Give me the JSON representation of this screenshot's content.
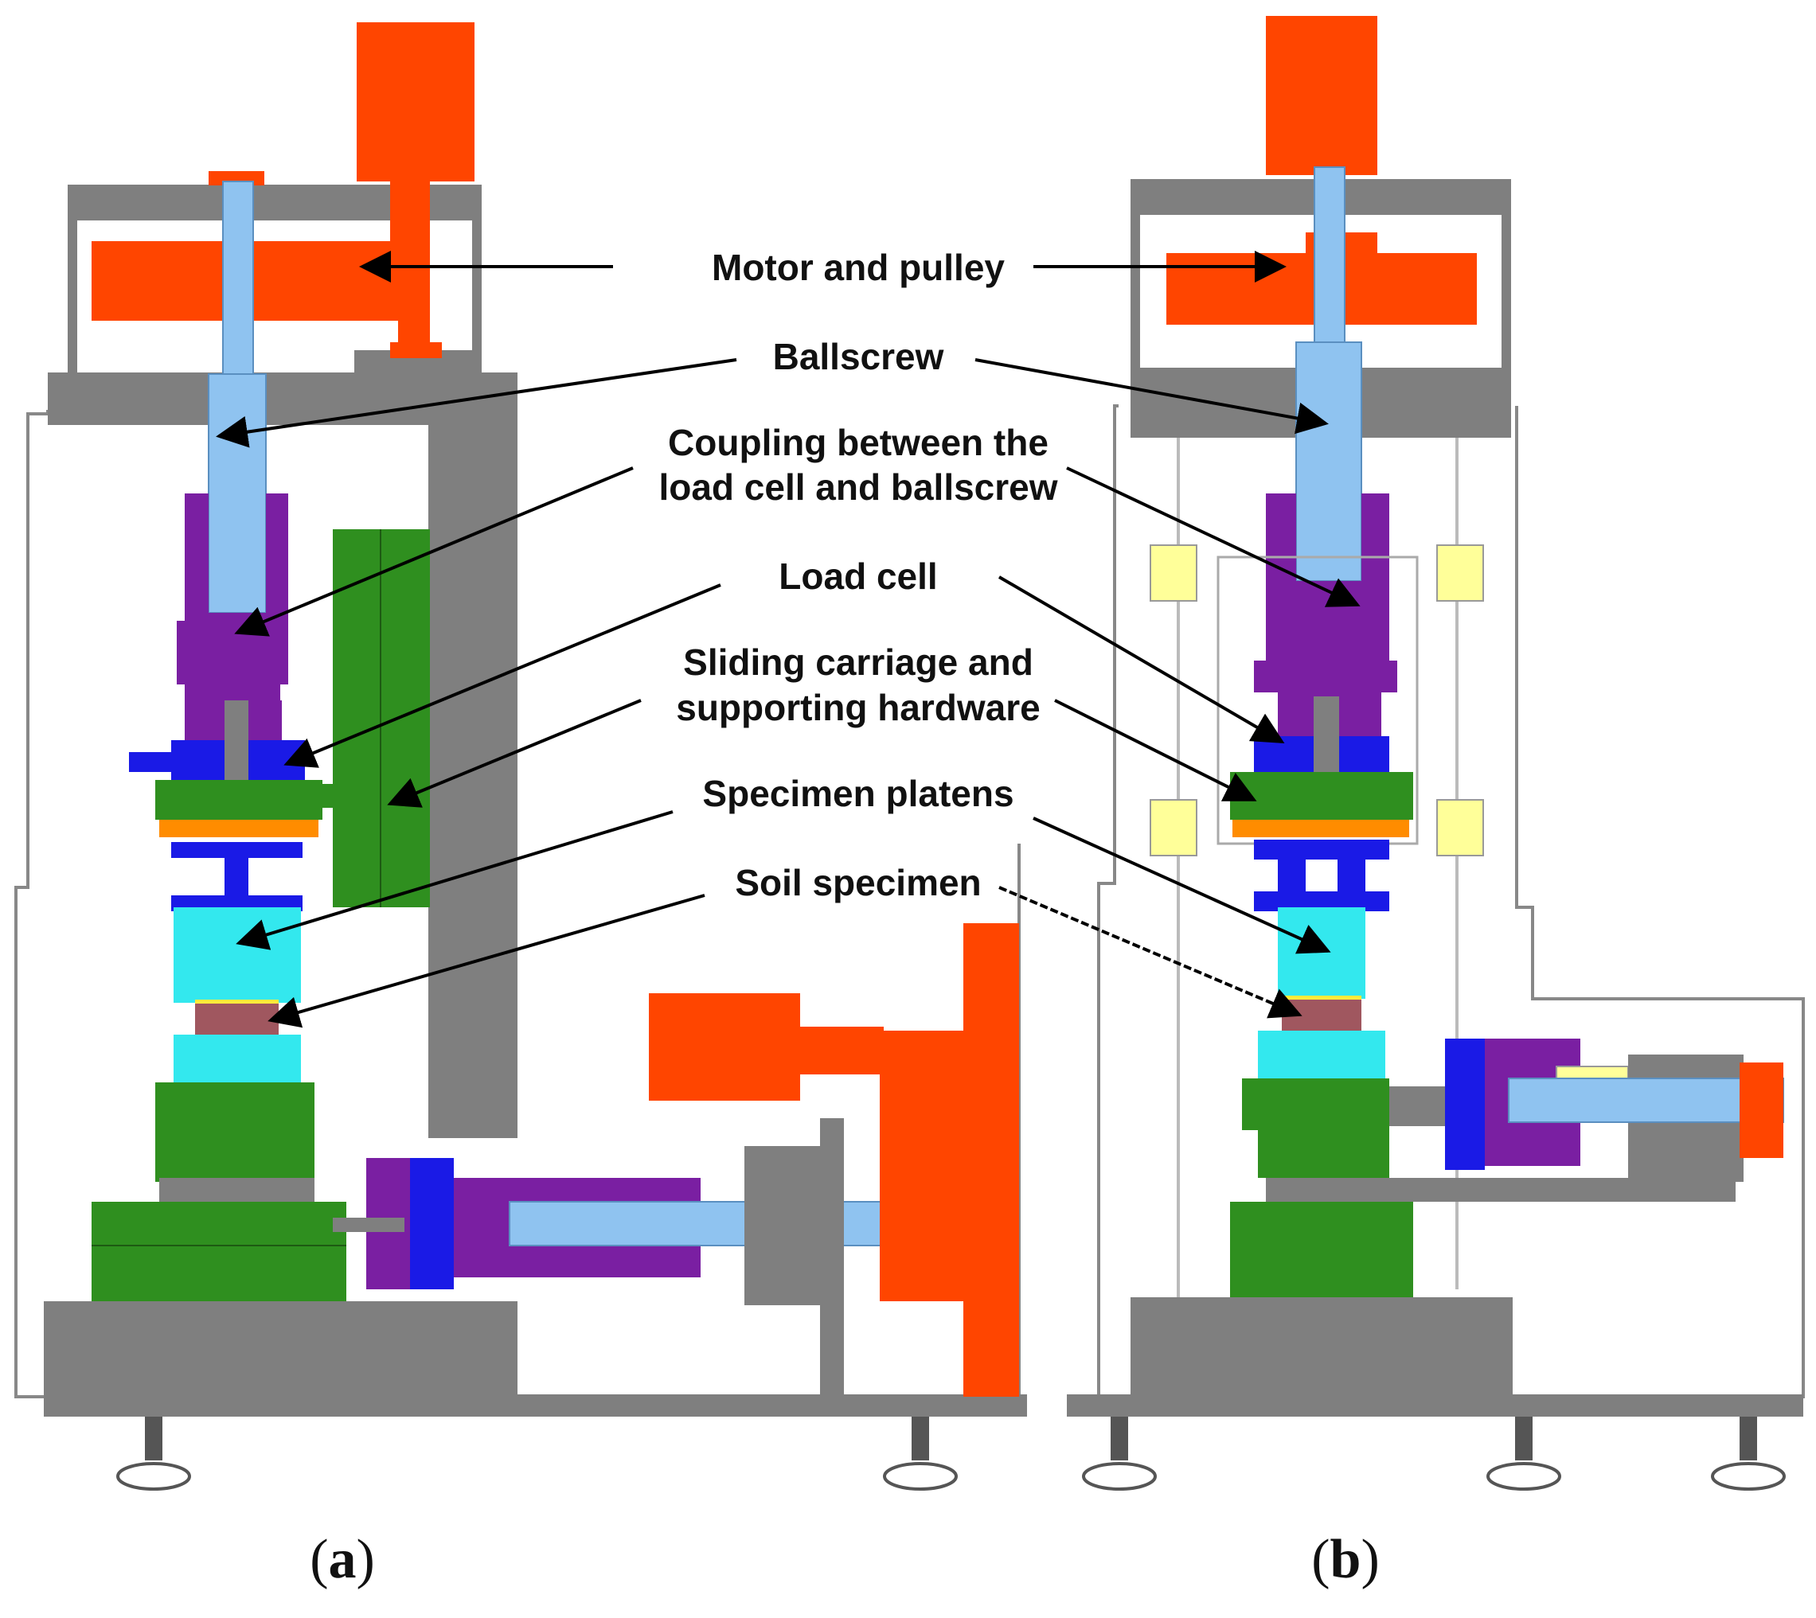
{
  "colors": {
    "gray": "#7f7f7f",
    "orange": "#ff4500",
    "light_blue": "#8fc3f0",
    "purple": "#7a1fa2",
    "blue": "#1a1ae6",
    "green": "#2f8f1f",
    "cyan": "#33e8ee",
    "soil": "#a0575f",
    "yellow": "#ffff99"
  },
  "labels": [
    {
      "id": "motor",
      "lines": [
        "Motor and pulley"
      ]
    },
    {
      "id": "ballscrew",
      "lines": [
        "Ballscrew"
      ]
    },
    {
      "id": "coupling",
      "lines": [
        "Coupling between the",
        "load cell and ballscrew"
      ]
    },
    {
      "id": "loadcell",
      "lines": [
        "Load cell"
      ]
    },
    {
      "id": "carriage",
      "lines": [
        "Sliding carriage and",
        "supporting hardware"
      ]
    },
    {
      "id": "platens",
      "lines": [
        "Specimen platens"
      ]
    },
    {
      "id": "soil",
      "lines": [
        "Soil specimen"
      ]
    }
  ],
  "captions": {
    "a": {
      "open": "(",
      "letter": "a",
      "close": ")"
    },
    "b": {
      "open": "(",
      "letter": "b",
      "close": ")"
    }
  }
}
